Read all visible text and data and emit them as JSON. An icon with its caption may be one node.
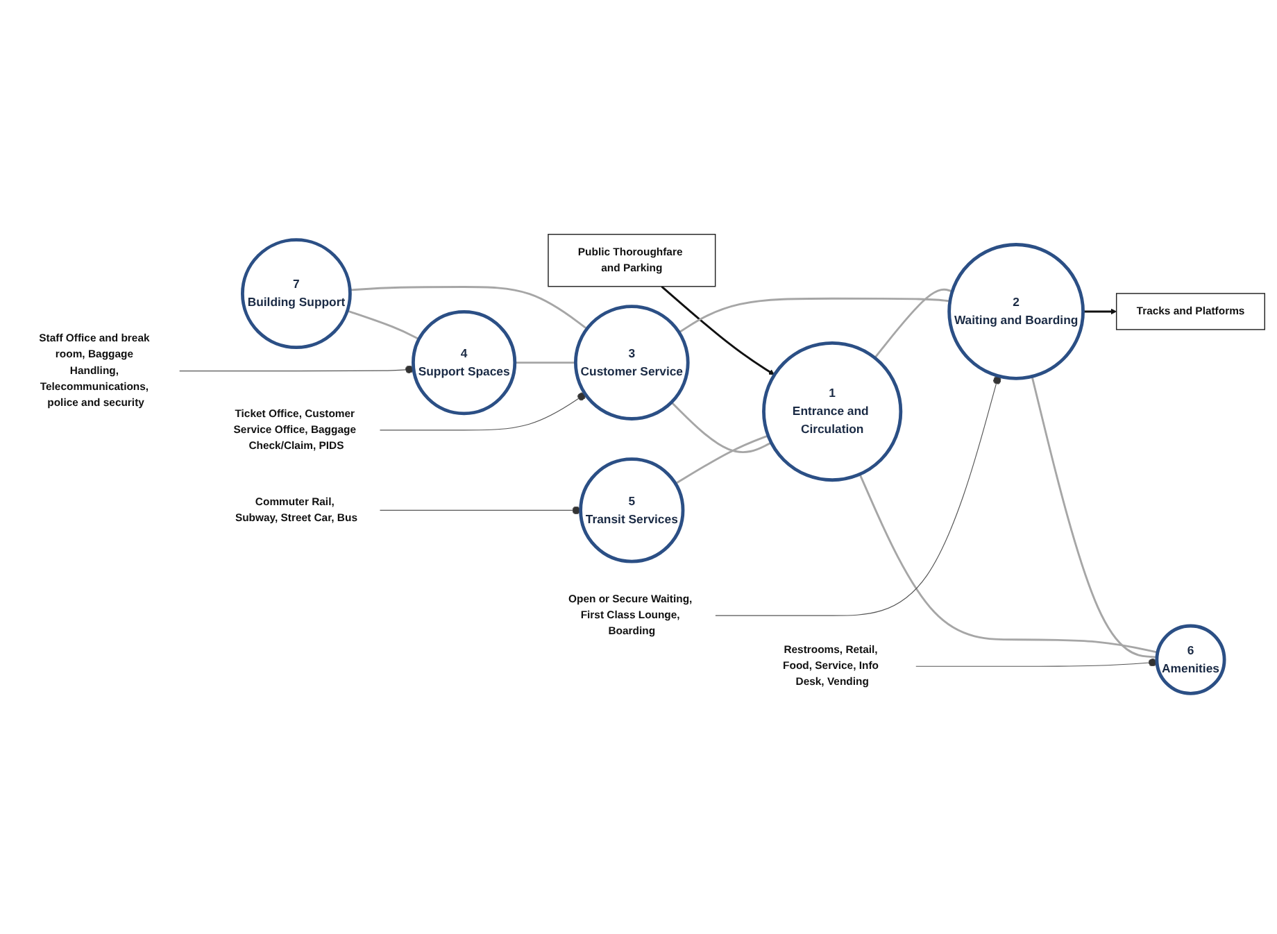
{
  "diagram": {
    "nodes": [
      {
        "text": [
          "Public Thoroughfare and Parking"
        ]
      },
      {
        "text": [
          "1",
          "Entrance and Circulation"
        ]
      },
      {
        "text": [
          "2",
          "Waiting and Boarding"
        ]
      },
      {
        "text": [
          "Tracks and Platforms"
        ]
      },
      {
        "text": [
          "3",
          "Customer Service"
        ]
      },
      {
        "text": [
          "4",
          "Support Spaces"
        ]
      },
      {
        "text": [
          "5",
          "Transit Services"
        ]
      },
      {
        "text": [
          "6",
          "Amenities"
        ]
      },
      {
        "text": [
          "7",
          "Building Support"
        ]
      },
      {
        "text": [
          "Ticket Office, Customer Service Office, Baggage Check/Claim, PIDS"
        ]
      },
      {
        "text": [
          "Commuter Rail, Subway, Street Car, Bus"
        ]
      },
      {
        "text": [
          "Staff Office and break room, Baggage Handling, Telecommunications, police and security"
        ]
      },
      {
        "text": [
          "Open or Secure Waiting, First Class Lounge, Boarding"
        ]
      },
      {
        "text": [
          "Restrooms, Retail, Food, Service, Info Desk, Vending"
        ]
      }
    ],
    "edges": [
      {
        "from": 0,
        "to": 1,
        "arrow": "to",
        "color": "#111111"
      },
      {
        "from": 1,
        "to": 2,
        "arrow": "none"
      },
      {
        "from": 2,
        "to": 3,
        "arrow": "to",
        "color": "#111111"
      },
      {
        "from": 6,
        "to": 1,
        "arrow": "none"
      },
      {
        "from": 4,
        "to": 1,
        "arrow": "none"
      },
      {
        "from": 4,
        "to": 2,
        "arrow": "none"
      },
      {
        "from": 8,
        "to": 4,
        "arrow": "none"
      },
      {
        "from": 5,
        "to": 4,
        "arrow": "none"
      },
      {
        "from": 8,
        "to": 5,
        "arrow": "none"
      },
      {
        "from": 1,
        "to": 7,
        "arrow": "none"
      },
      {
        "from": 2,
        "to": 7,
        "arrow": "none"
      },
      {
        "from": 9,
        "to": 4,
        "arrow": "other",
        "color": "#555555"
      },
      {
        "from": 10,
        "to": 6,
        "arrow": "other",
        "color": "#555555"
      },
      {
        "from": 11,
        "to": 5,
        "arrow": "other",
        "color": "#555555"
      },
      {
        "from": 12,
        "to": 2,
        "arrow": "other",
        "color": "#555555"
      },
      {
        "from": 13,
        "to": 7,
        "arrow": "other",
        "color": "#555555"
      }
    ]
  }
}
